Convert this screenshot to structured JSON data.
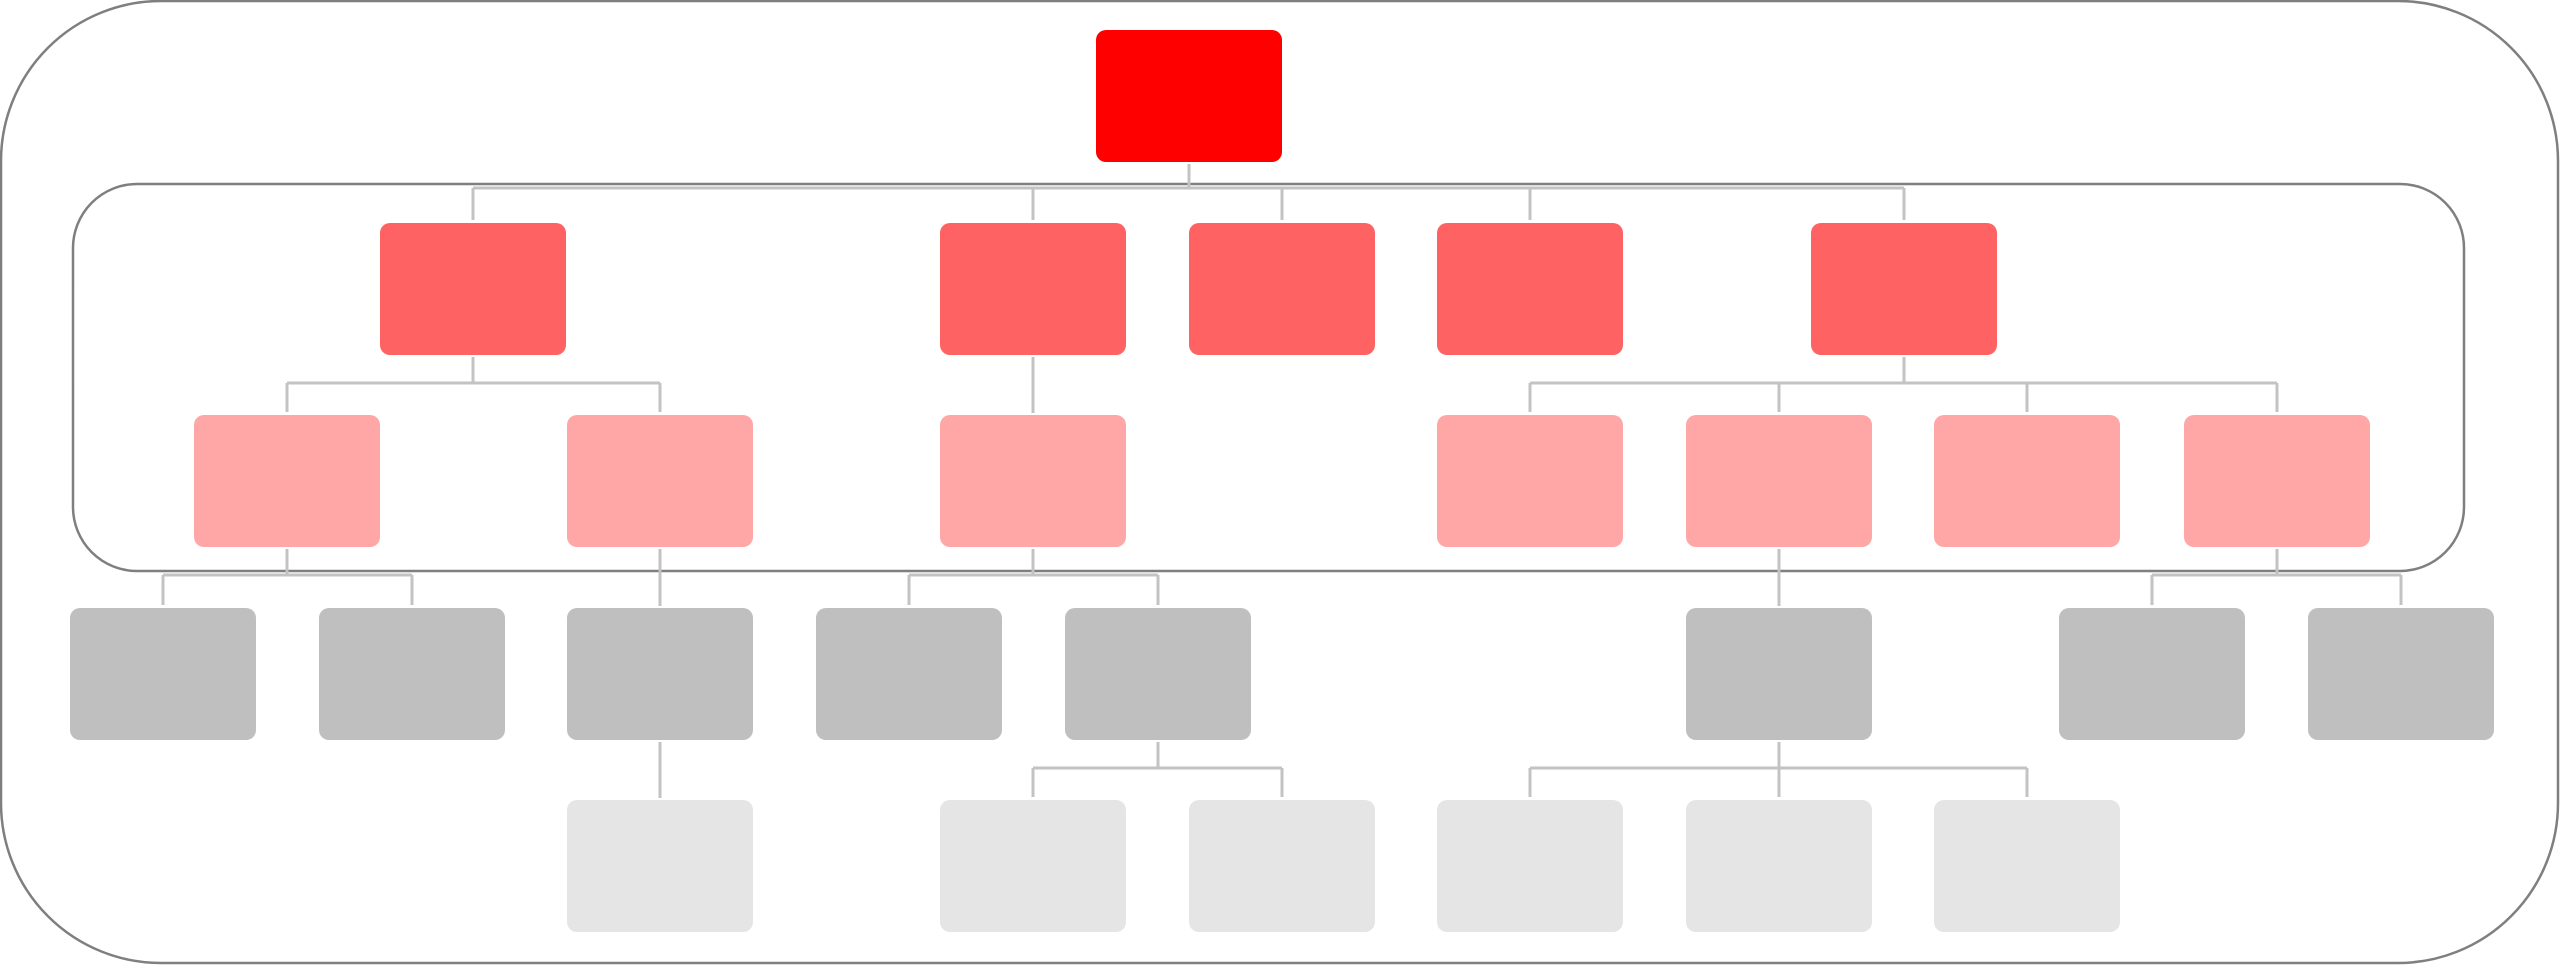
{
  "diagram": {
    "type": "hierarchy",
    "levels": [
      {
        "level": 0,
        "color": "#ff0000"
      },
      {
        "level": 1,
        "color": "#ff6262"
      },
      {
        "level": 2,
        "color": "#ffa7a7"
      },
      {
        "level": 3,
        "color": "#bfbfbf"
      },
      {
        "level": 4,
        "color": "#e6e5e6"
      }
    ],
    "connector_color": "#c3c3c3",
    "frame_color": "#7f7f7f",
    "nodes": [
      {
        "id": "root",
        "level": 0,
        "parent": null
      },
      {
        "id": "n1",
        "level": 1,
        "parent": "root"
      },
      {
        "id": "n2",
        "level": 1,
        "parent": "root"
      },
      {
        "id": "n3",
        "level": 1,
        "parent": "root"
      },
      {
        "id": "n4",
        "level": 1,
        "parent": "root"
      },
      {
        "id": "n5",
        "level": 1,
        "parent": "root"
      },
      {
        "id": "n1a",
        "level": 2,
        "parent": "n1"
      },
      {
        "id": "n1b",
        "level": 2,
        "parent": "n1"
      },
      {
        "id": "n2a",
        "level": 2,
        "parent": "n2"
      },
      {
        "id": "n5a",
        "level": 2,
        "parent": "n5"
      },
      {
        "id": "n5b",
        "level": 2,
        "parent": "n5"
      },
      {
        "id": "n5c",
        "level": 2,
        "parent": "n5"
      },
      {
        "id": "n5d",
        "level": 2,
        "parent": "n5"
      },
      {
        "id": "n1a1",
        "level": 3,
        "parent": "n1a"
      },
      {
        "id": "n1a2",
        "level": 3,
        "parent": "n1a"
      },
      {
        "id": "n1b1",
        "level": 3,
        "parent": "n1b"
      },
      {
        "id": "n2a1",
        "level": 3,
        "parent": "n2a"
      },
      {
        "id": "n2a2",
        "level": 3,
        "parent": "n2a"
      },
      {
        "id": "n5b1",
        "level": 3,
        "parent": "n5b"
      },
      {
        "id": "n5d1",
        "level": 3,
        "parent": "n5d"
      },
      {
        "id": "n5d2",
        "level": 3,
        "parent": "n5d"
      },
      {
        "id": "n1b1x",
        "level": 4,
        "parent": "n1b1"
      },
      {
        "id": "n2a2x",
        "level": 4,
        "parent": "n2a2"
      },
      {
        "id": "n2a2y",
        "level": 4,
        "parent": "n2a2"
      },
      {
        "id": "n5b1x",
        "level": 4,
        "parent": "n5b1"
      },
      {
        "id": "n5b1y",
        "level": 4,
        "parent": "n5b1"
      },
      {
        "id": "n5b1z",
        "level": 4,
        "parent": "n5b1"
      }
    ]
  }
}
